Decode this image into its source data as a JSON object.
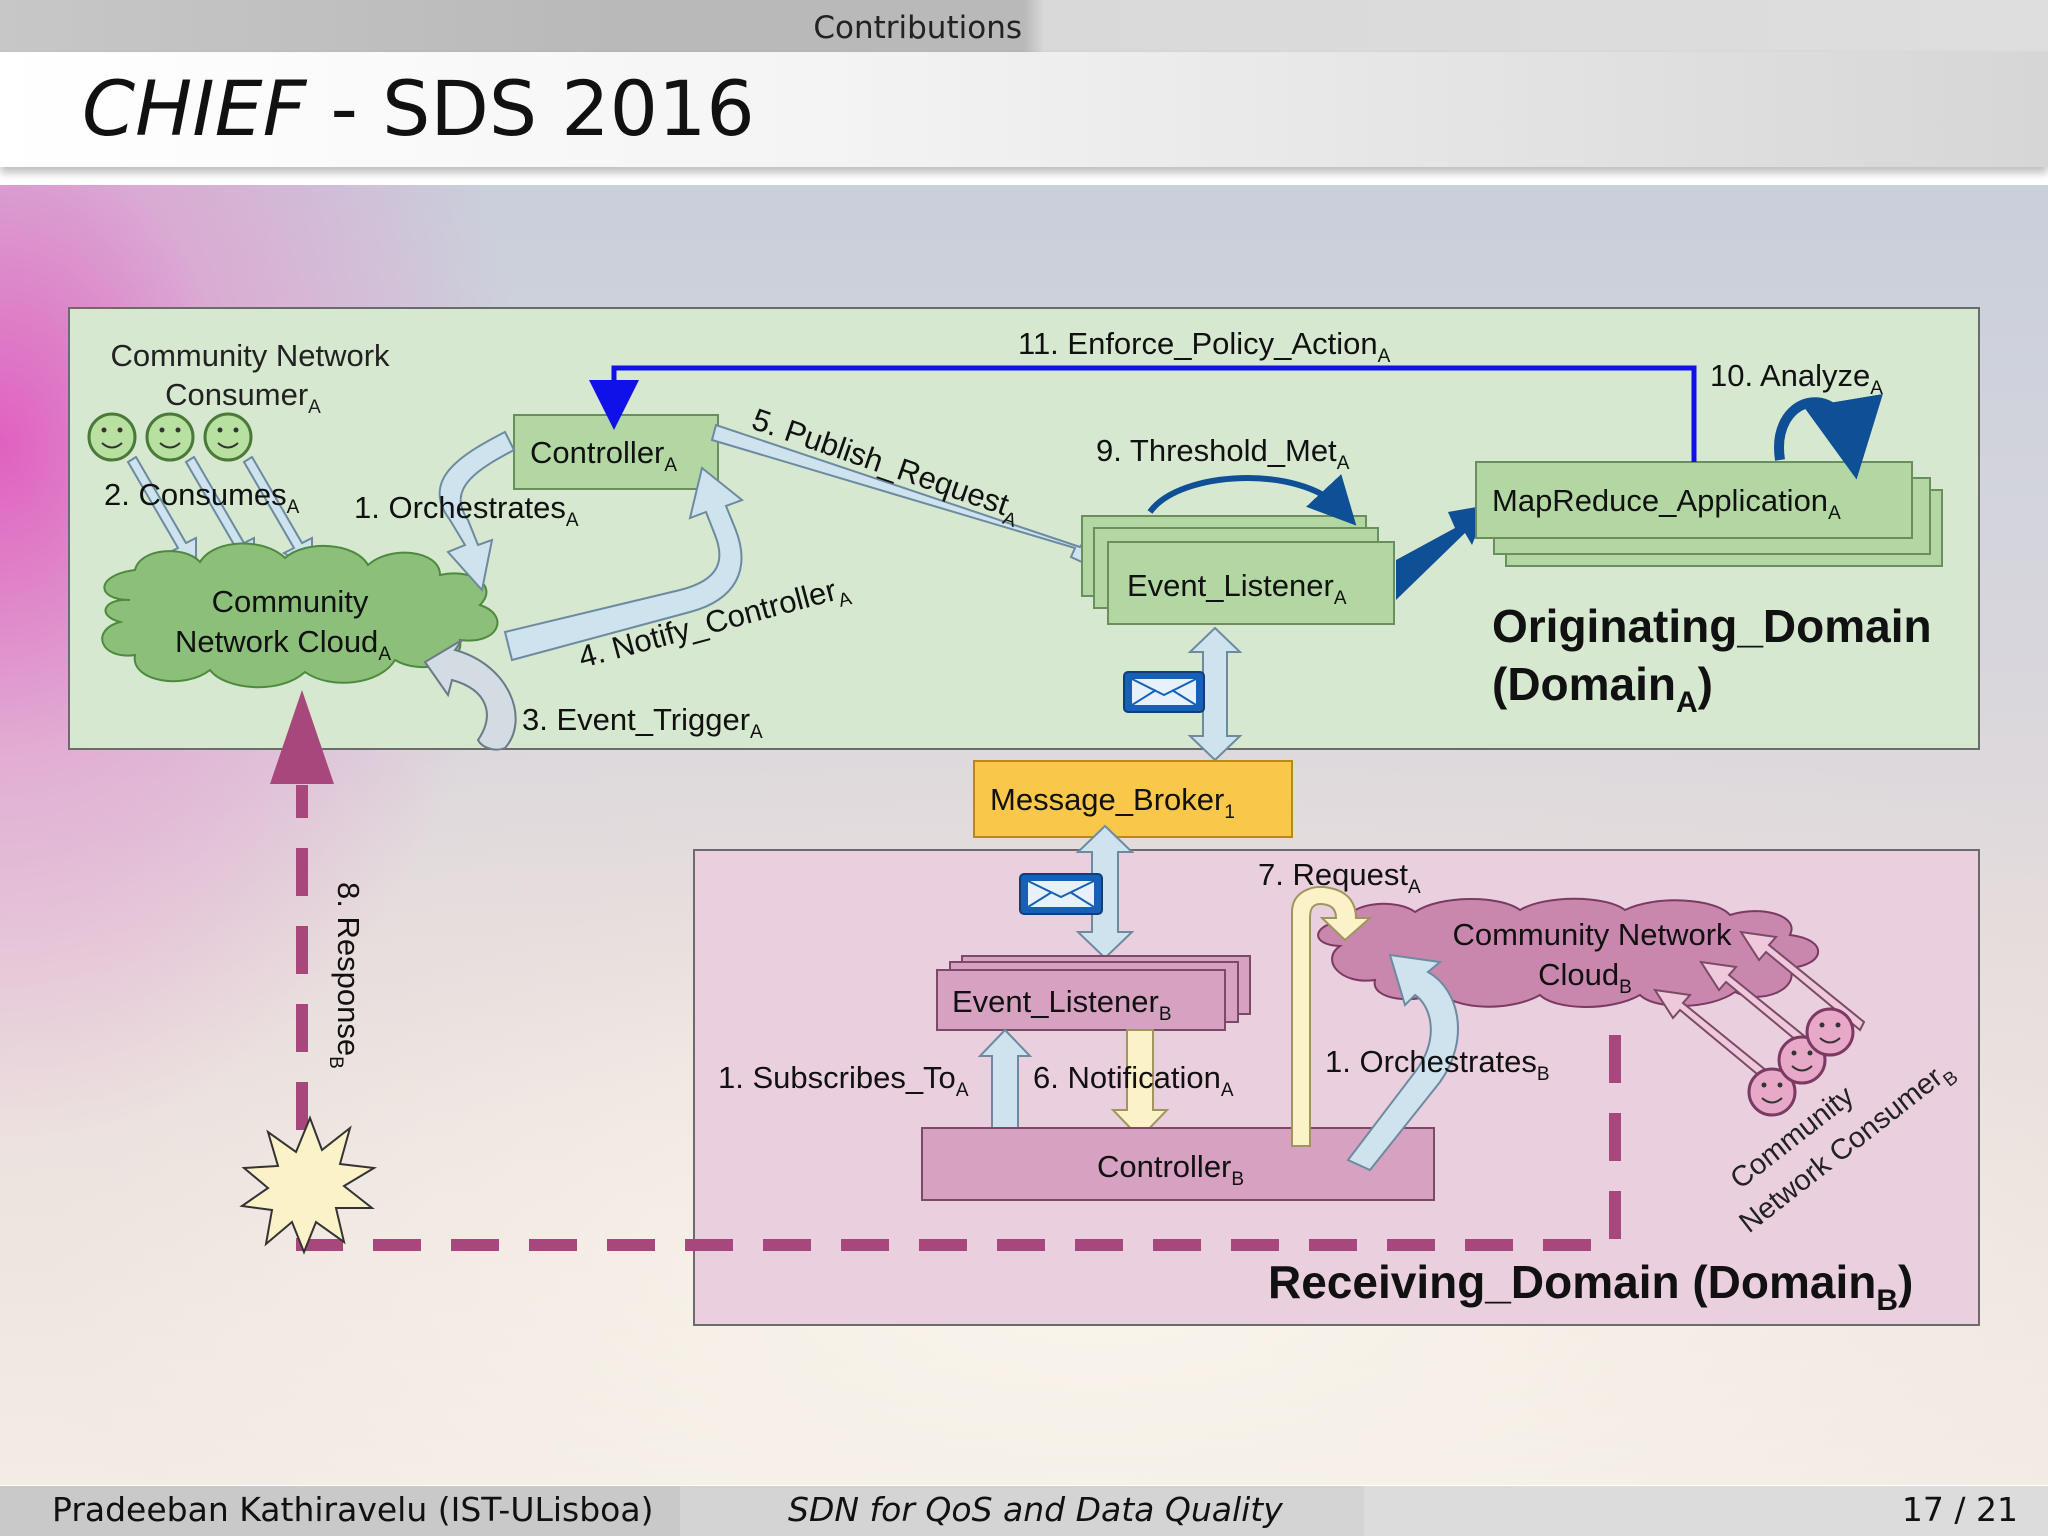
{
  "header": {
    "section": "Contributions",
    "title_italic": "CHIEF",
    "title_rest": " - SDS 2016"
  },
  "diagram": {
    "originating_domain": {
      "line1": "Originating_Domain",
      "line2": "(Domain",
      "line2_sub": "A",
      "line2_end": ")"
    },
    "receiving_domain": {
      "text": "Receiving_Domain (Domain",
      "sub": "B",
      "end": ")"
    },
    "nodes": {
      "consumer_a_line1": "Community Network",
      "consumer_a_line2": "Consumer",
      "consumer_a_sub": "A",
      "cloud_a_line1": "Community",
      "cloud_a_line2": "Network Cloud",
      "cloud_a_sub": "A",
      "controller_a": "Controller",
      "controller_a_sub": "A",
      "event_listener_a": "Event_Listener",
      "event_listener_a_sub": "A",
      "mapreduce_a": "MapReduce_Application",
      "mapreduce_a_sub": "A",
      "message_broker": "Message_Broker",
      "message_broker_sub": "1",
      "event_listener_b": "Event_Listener",
      "event_listener_b_sub": "B",
      "controller_b": "Controller",
      "controller_b_sub": "B",
      "cloud_b_line1": "Community Network",
      "cloud_b_line2": "Cloud",
      "cloud_b_sub": "B",
      "consumer_b_line1": "Community",
      "consumer_b_line2": "Network Consumer",
      "consumer_b_sub": "B"
    },
    "edges": {
      "consumes": "2. Consumes",
      "consumes_sub": "A",
      "orchestrates_a": "1. Orchestrates",
      "orchestrates_a_sub": "A",
      "event_trigger": "3. Event_Trigger",
      "event_trigger_sub": "A",
      "notify_controller": "4. Notify_Controller",
      "notify_controller_sub": "A",
      "publish_request": "5. Publish_Request",
      "publish_request_sub": "A",
      "threshold_met": "9. Threshold_Met",
      "threshold_met_sub": "A",
      "analyze": "10. Analyze",
      "analyze_sub": "A",
      "enforce_policy": "11. Enforce_Policy_Action",
      "enforce_policy_sub": "A",
      "response": "8. Response",
      "response_sub": "B",
      "request_b": "7. Request",
      "request_b_sub": "A",
      "subscribes_to": "1. Subscribes_To",
      "subscribes_to_sub": "A",
      "notification": "6. Notification",
      "notification_sub": "A",
      "orchestrates_b": "1. Orchestrates",
      "orchestrates_b_sub": "B"
    },
    "colors": {
      "originating_bg": "#d6e8cf",
      "receiving_bg": "#ead0df",
      "cloud_a": "#8cc07a",
      "cloud_b": "#c987ad",
      "box_green": "#b3d7a3",
      "box_pink": "#d7a2c2",
      "broker": "#f9c84a",
      "enforce_arrow": "#1010e8",
      "dark_blue": "#0f4f96",
      "response_dashed": "#a8477b"
    }
  },
  "footer": {
    "author": "Pradeeban Kathiravelu  (IST-ULisboa)",
    "talk": "SDN for QoS and Data Quality",
    "page": "17 / 21"
  }
}
